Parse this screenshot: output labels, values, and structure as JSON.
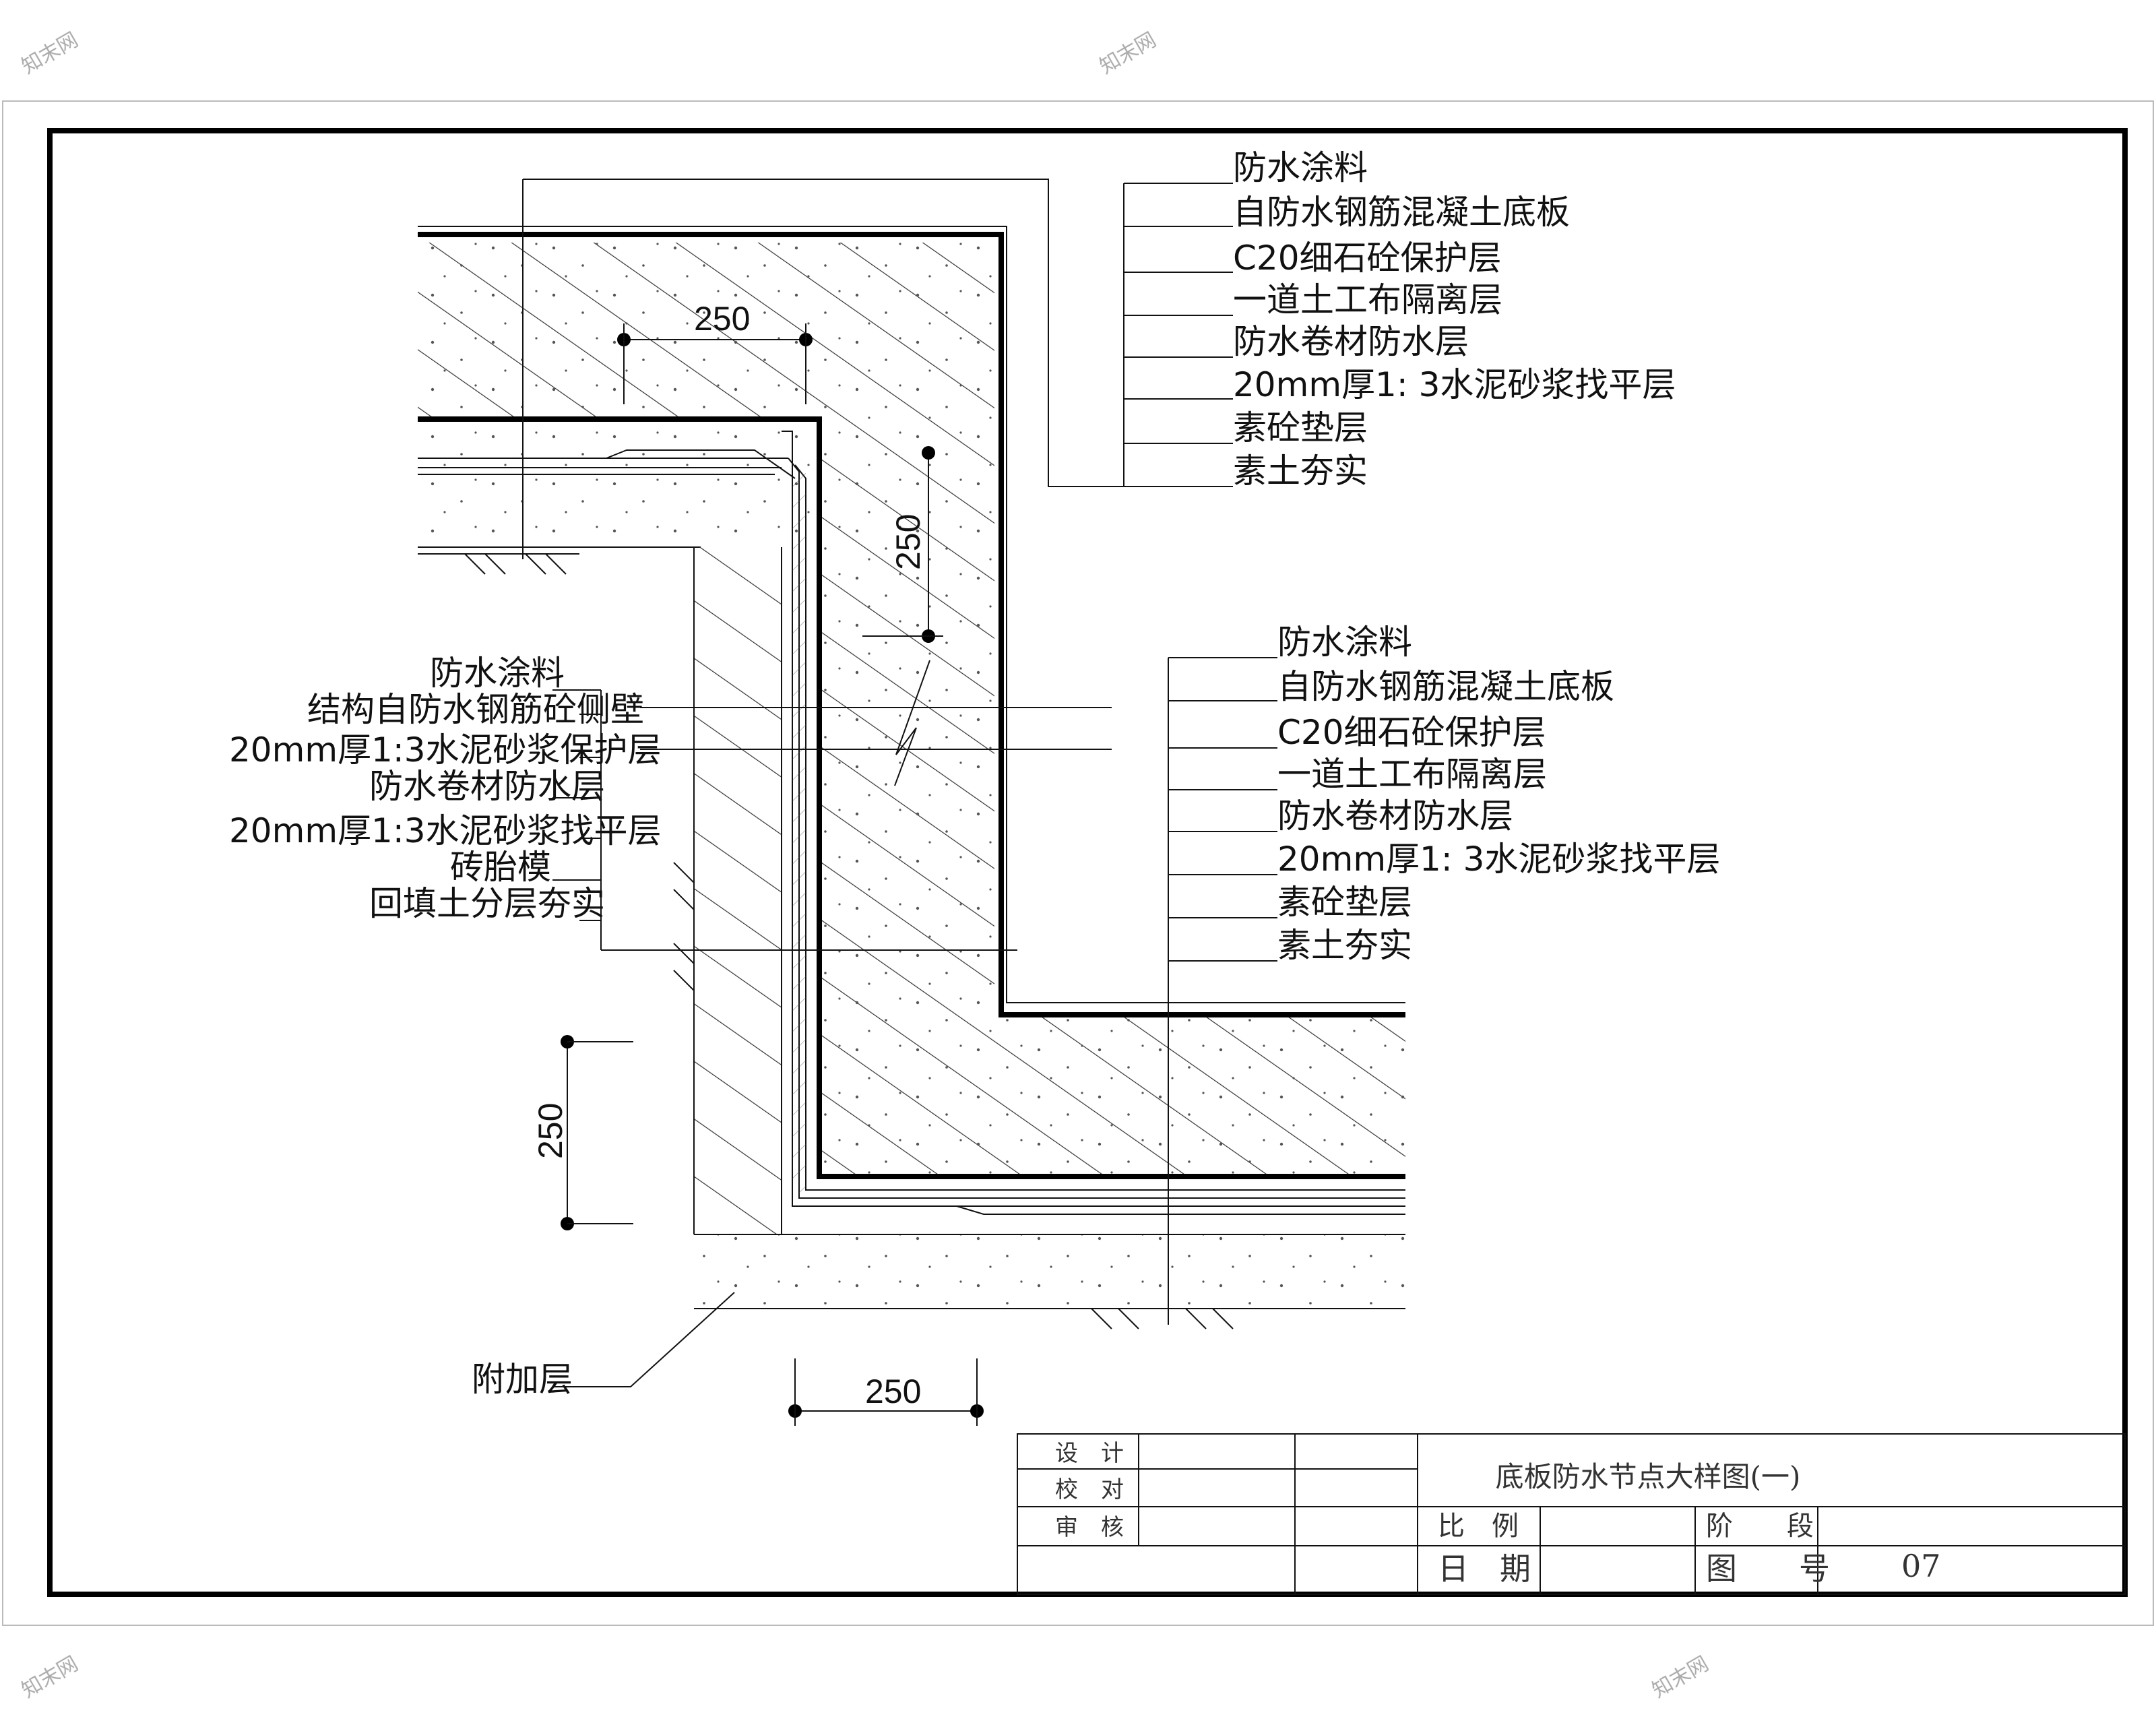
{
  "upper_callout": [
    "防水涂料",
    "自防水钢筋混凝土底板",
    "C20细石砼保护层",
    "一道土工布隔离层",
    "防水卷材防水层",
    "20mm厚1: 3水泥砂浆找平层",
    "素砼垫层",
    "素土夯实"
  ],
  "lower_callout": [
    "防水涂料",
    "自防水钢筋混凝土底板",
    "C20细石砼保护层",
    "一道土工布隔离层",
    "防水卷材防水层",
    "20mm厚1: 3水泥砂浆找平层",
    "素砼垫层",
    "素土夯实"
  ],
  "wall_callout": [
    "防水涂料",
    "结构自防水钢筋砼侧壁",
    "20mm厚1:3水泥砂浆保护层",
    "防水卷材防水层",
    "20mm厚1:3水泥砂浆找平层",
    "砖胎模",
    "回填土分层夯实"
  ],
  "extra_layer_label": "附加层",
  "dimensions": {
    "top_horizontal": "250",
    "vertical_right": "250",
    "vertical_left": "250",
    "bottom_horizontal": "250"
  },
  "title_block": {
    "design": "设　计",
    "check": "校　对",
    "review": "审　核",
    "drawing_title": "底板防水节点大样图(一)",
    "scale": "比　例",
    "stage": "阶　　段",
    "date": "日　期",
    "drawing_no_label": "图　　号",
    "drawing_no": "07"
  },
  "watermark": "知末网"
}
